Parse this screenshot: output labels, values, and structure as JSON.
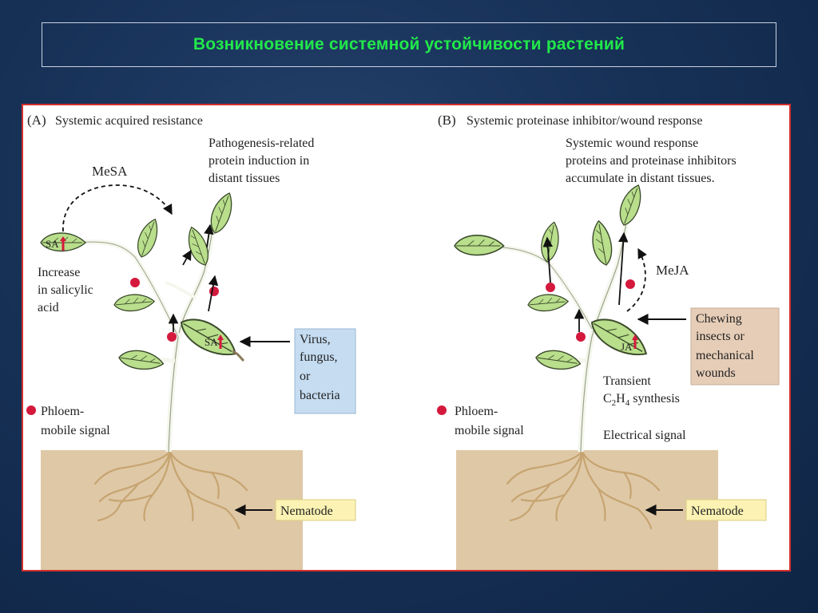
{
  "title": "Возникновение системной устойчивости растений",
  "panel_a": {
    "heading_letter": "(A)",
    "heading": "Systemic acquired resistance",
    "top_note": [
      "Pathogenesis-related",
      "protein induction in",
      "distant tissues"
    ],
    "mesa": "MeSA",
    "sa": "SA",
    "increase": [
      "Increase",
      "in salicylic",
      "acid"
    ],
    "pathogen": [
      "Virus,",
      "fungus,",
      "or",
      "bacteria"
    ],
    "phloem": [
      "Phloem-",
      "mobile signal"
    ],
    "nematode": "Nematode"
  },
  "panel_b": {
    "heading_letter": "(B)",
    "heading": "Systemic proteinase inhibitor/wound response",
    "top_note": [
      "Systemic wound response",
      "proteins and proteinase inhibitors",
      "accumulate in distant tissues."
    ],
    "meja": "MeJA",
    "ja": "JA",
    "chewing": [
      "Chewing",
      "insects or",
      "mechanical",
      "wounds"
    ],
    "transient": "Transient",
    "c2h4_pre": "C",
    "c2h4_sub1": "2",
    "c2h4_mid": "H",
    "c2h4_sub2": "4",
    "c2h4_post": " synthesis",
    "electrical": "Electrical signal",
    "phloem": [
      "Phloem-",
      "mobile signal"
    ],
    "nematode": "Nematode"
  },
  "colors": {
    "title": "#21e84a",
    "leaf": "#b9de8c",
    "leaf_edge": "#3a4a2a",
    "soil": "#dfc8a6",
    "signal": "#d4193d",
    "pathogen_box": "#c5dcf1",
    "chewing_box": "#e6cdb7",
    "nematode_box": "#fbf2b3"
  }
}
